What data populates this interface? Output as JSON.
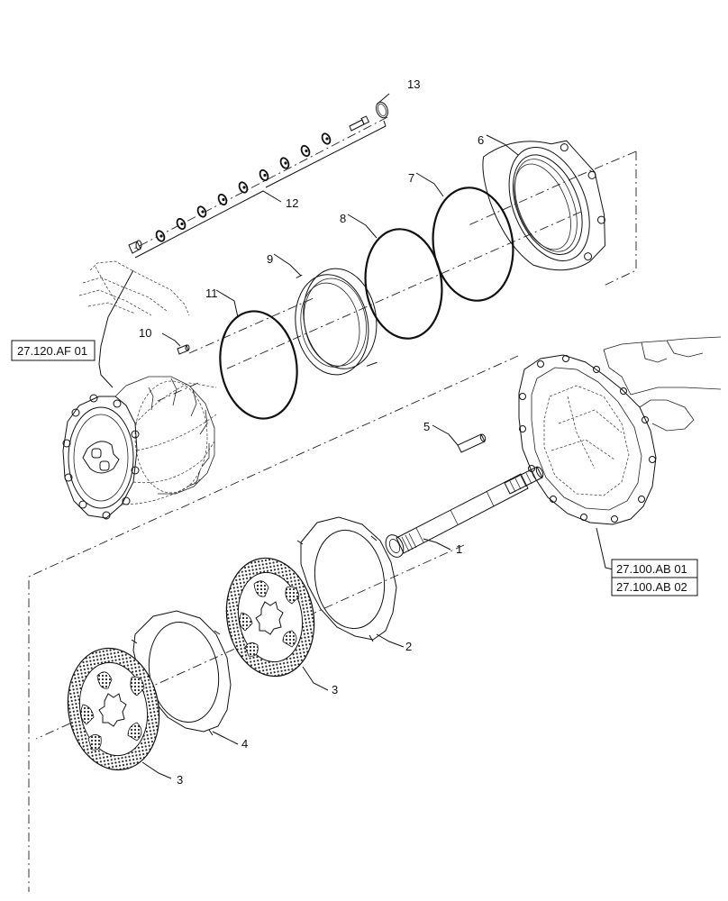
{
  "callouts": {
    "c1": "1",
    "c2": "2",
    "c3a": "3",
    "c3b": "3",
    "c4": "4",
    "c5": "5",
    "c6": "6",
    "c7": "7",
    "c8": "8",
    "c9": "9",
    "c10": "10",
    "c11": "11",
    "c12": "12",
    "c13": "13"
  },
  "references": {
    "hub_ref": "27.120.AF 01",
    "housing_ref_1": "27.100.AB 01",
    "housing_ref_2": "27.100.AB 02"
  }
}
